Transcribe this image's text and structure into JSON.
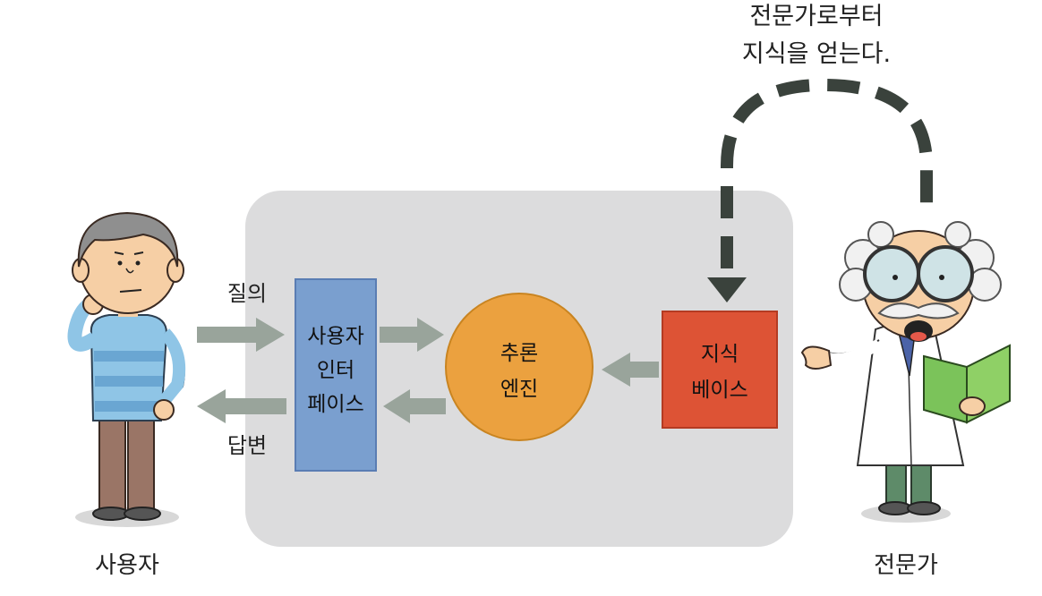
{
  "expert_note": {
    "line1": "전문가로부터",
    "line2": "지식을 얻는다."
  },
  "labels": {
    "query": "질의",
    "answer": "답변",
    "user": "사용자",
    "expert": "전문가"
  },
  "components": {
    "user_interface": [
      "사용자",
      "인터",
      "페이스"
    ],
    "inference_engine": [
      "추론",
      "엔진"
    ],
    "knowledge_base": [
      "지식",
      "베이스"
    ]
  },
  "colors": {
    "system_box": "#dcdcdd",
    "user_interface": "#7a9fcf",
    "inference_engine": "#eba13f",
    "knowledge_base": "#dd5335",
    "arrow": "#99a49b",
    "dashed_arrow": "#3a423c"
  },
  "icons": {
    "user": "person-icon",
    "expert": "scientist-icon"
  }
}
